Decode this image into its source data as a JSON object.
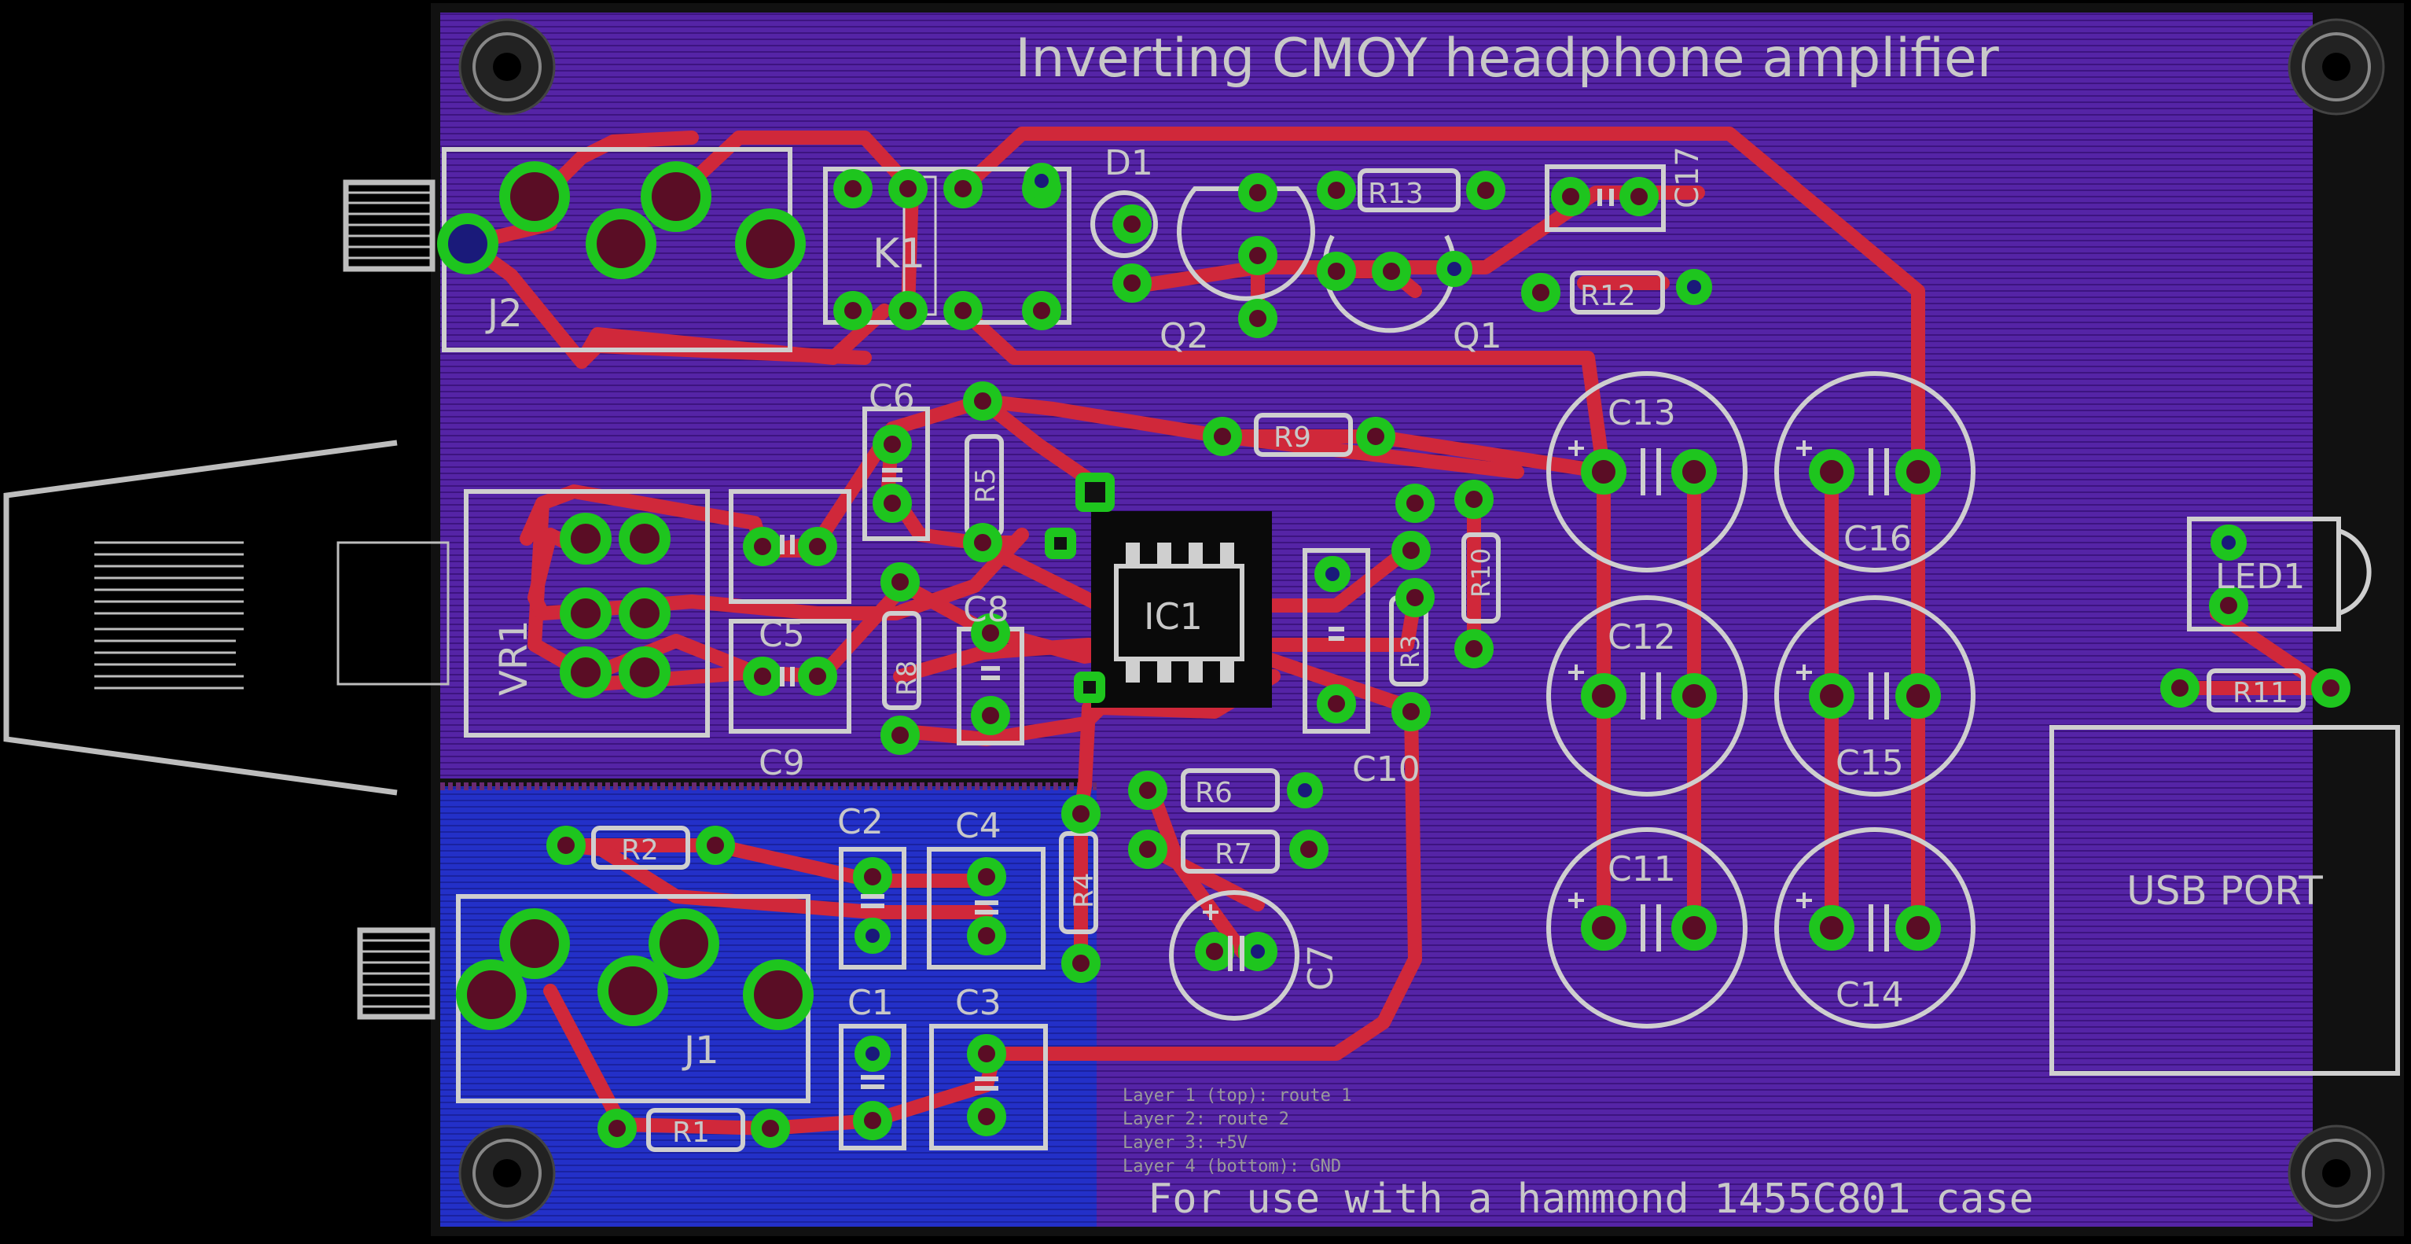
{
  "board": {
    "title": "Inverting CMOY headphone amplifier",
    "footer": "For use with a hammond 1455C801 case",
    "layers": [
      "Layer 1 (top): route 1",
      "Layer 2: route 2",
      "Layer 3: +5V",
      "Layer 4 (bottom): GND"
    ],
    "usb_label": "USB PORT"
  },
  "component_labels": {
    "J2": "J2",
    "J1": "J1",
    "K1": "K1",
    "D1": "D1",
    "Q2": "Q2",
    "Q1": "Q1",
    "R13": "R13",
    "R12": "R12",
    "C17": "C17",
    "C6": "C6",
    "R5": "R5",
    "R9": "R9",
    "C13": "C13",
    "C16": "C16",
    "C12": "C12",
    "C15": "C15",
    "C11": "C11",
    "C14": "C14",
    "VR1": "VR1",
    "C5": "C5",
    "R8": "R8",
    "C8": "C8",
    "IC1": "IC1",
    "R10": "R10",
    "R3": "R3",
    "C10": "C10",
    "C9": "C9",
    "LED1": "LED1",
    "R11": "R11",
    "R6": "R6",
    "R7": "R7",
    "C7": "C7",
    "R2": "R2",
    "C2": "C2",
    "C4": "C4",
    "R4": "R4",
    "C1": "C1",
    "C3": "C3",
    "R1": "R1"
  },
  "colors": {
    "background": "#000000",
    "top_pour": "#5a22a8",
    "bottom_pour": "#2733c8",
    "trace": "#d0283a",
    "pad_ring": "#1ec51e",
    "silkscreen": "#c8c8c8",
    "via": "#1a6cd8"
  }
}
